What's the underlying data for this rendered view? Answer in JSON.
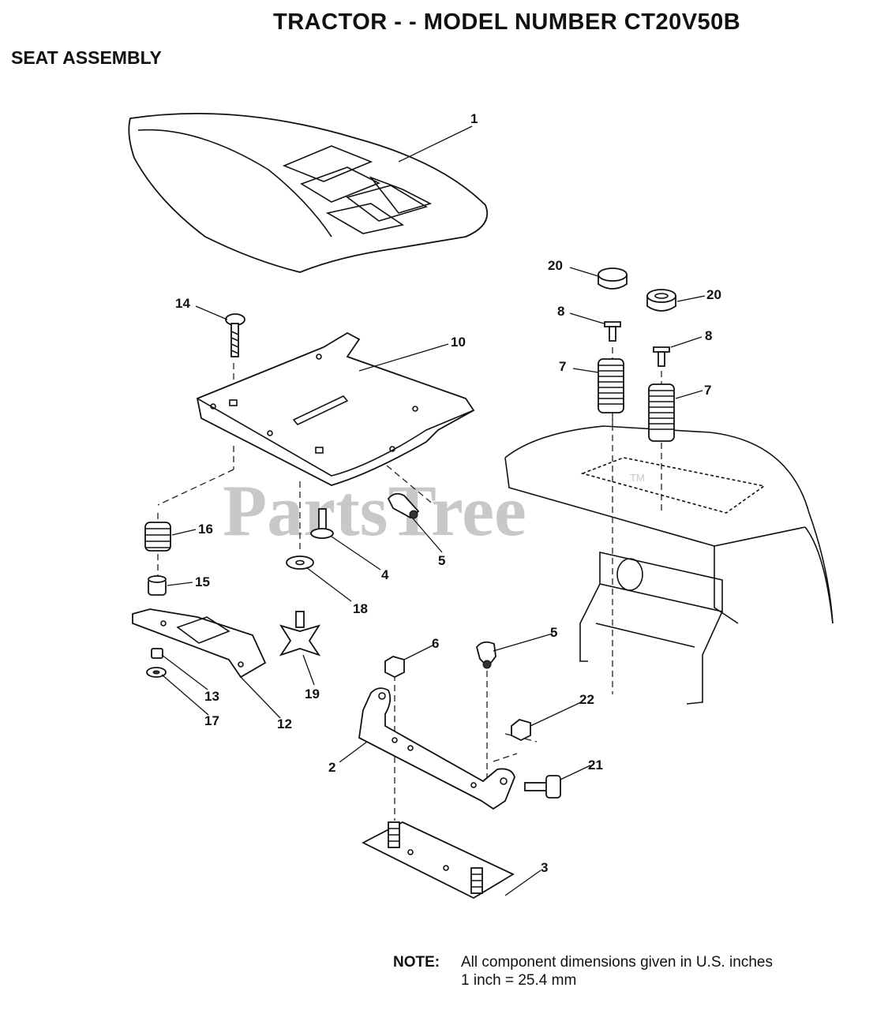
{
  "header": {
    "title": "TRACTOR - - MODEL NUMBER CT20V50B",
    "section": "SEAT ASSEMBLY"
  },
  "watermark": {
    "text": "PartsTree",
    "trademark": "TM"
  },
  "callouts": [
    "1",
    "20",
    "20",
    "14",
    "8",
    "8",
    "10",
    "7",
    "7",
    "16",
    "5",
    "4",
    "15",
    "18",
    "6",
    "5",
    "19",
    "13",
    "12",
    "17",
    "22",
    "2",
    "21",
    "3"
  ],
  "note": {
    "label": "NOTE:",
    "line1": "All component dimensions given in U.S. inches",
    "line2": "1 inch = 25.4 mm"
  },
  "colors": {
    "ink": "#111111",
    "watermark": "#c8c8c8",
    "background": "#ffffff"
  }
}
